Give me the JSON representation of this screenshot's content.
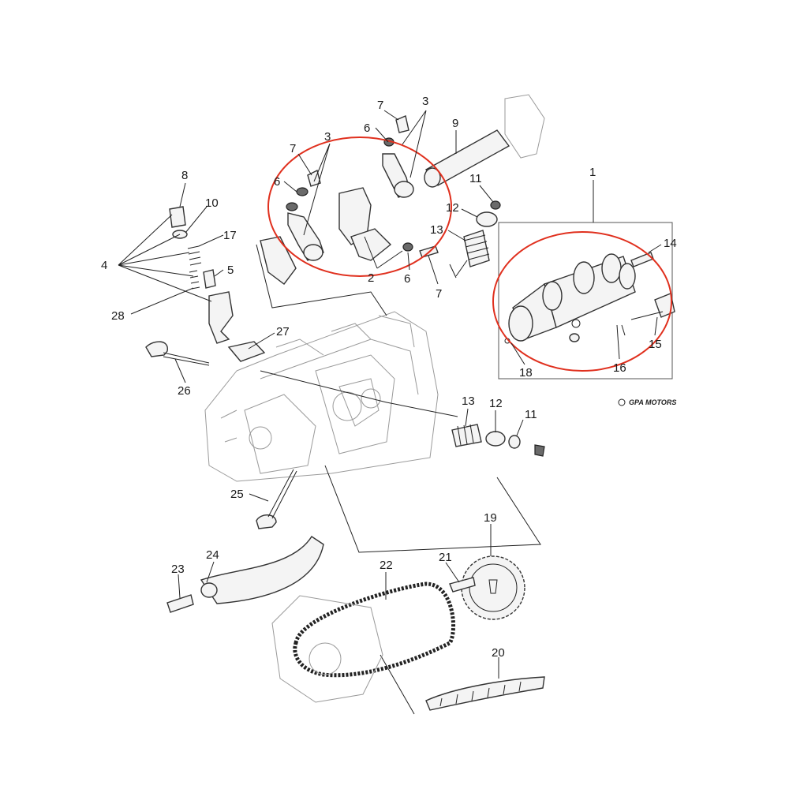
{
  "callouts": [
    "1",
    "2",
    "3",
    "3",
    "4",
    "5",
    "6",
    "6",
    "6",
    "7",
    "7",
    "7",
    "8",
    "9",
    "10",
    "11",
    "11",
    "12",
    "12",
    "13",
    "13",
    "14",
    "15",
    "16",
    "17",
    "18",
    "19",
    "20",
    "21",
    "22",
    "23",
    "24",
    "25",
    "26",
    "27",
    "28"
  ],
  "watermark": {
    "text": "GPA MOTORS"
  },
  "colors": {
    "highlight": "#e0301e",
    "line": "#222222",
    "part_fill": "#f4f4f4"
  }
}
